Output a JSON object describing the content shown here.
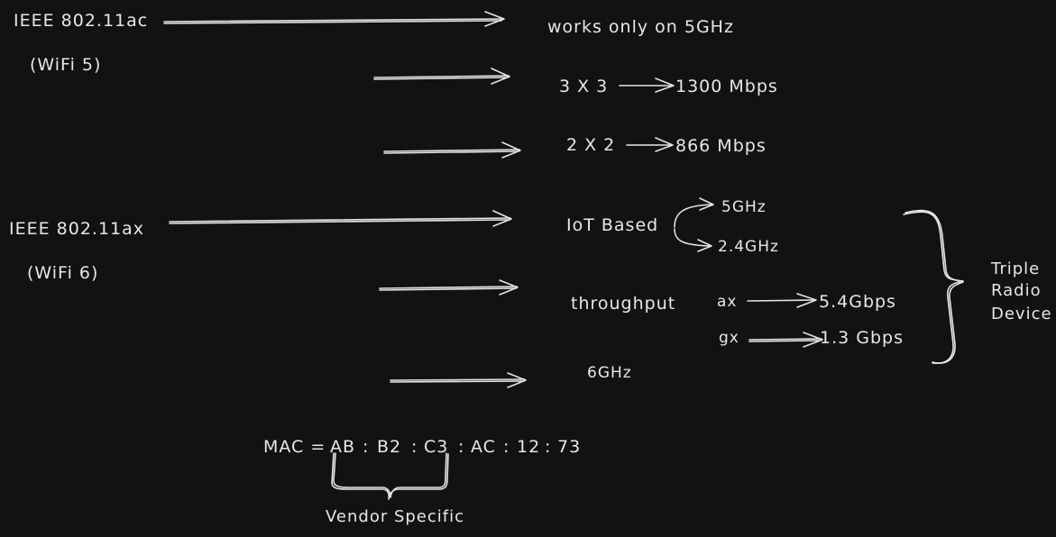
{
  "standards": {
    "ac": {
      "name": "IEEE 802.11ac",
      "alias": "(WiFi 5)"
    },
    "ax": {
      "name": "IEEE 802.11ax",
      "alias": "(WiFi 6)"
    }
  },
  "ac_features": {
    "band": "works only on 5GHz",
    "mimo_3x3": {
      "config": "3 X 3",
      "speed": "1300 Mbps"
    },
    "mimo_2x2": {
      "config": "2 X 2",
      "speed": "866 Mbps"
    }
  },
  "ax_features": {
    "iot": {
      "label": "IoT Based",
      "band_a": "5GHz",
      "band_b": "2.4GHz"
    },
    "throughput": {
      "label": "throughput",
      "ax_label": "ax",
      "ax_speed": "5.4Gbps",
      "gx_label": "gx",
      "gx_speed": "1.3 Gbps"
    },
    "band_6": "6GHz"
  },
  "triple_radio": {
    "line1": "Triple",
    "line2": "Radio",
    "line3": "Device"
  },
  "mac": {
    "prefix": "MAC =",
    "o1": "AB",
    "o2": "B2",
    "o3": "C3",
    "o4": "AC",
    "o5": "12",
    "o6": "73",
    "sep": ":",
    "vendor_label": "Vendor Specific"
  },
  "colors": {
    "background": "#121212",
    "ink": "#e7e7e7"
  }
}
